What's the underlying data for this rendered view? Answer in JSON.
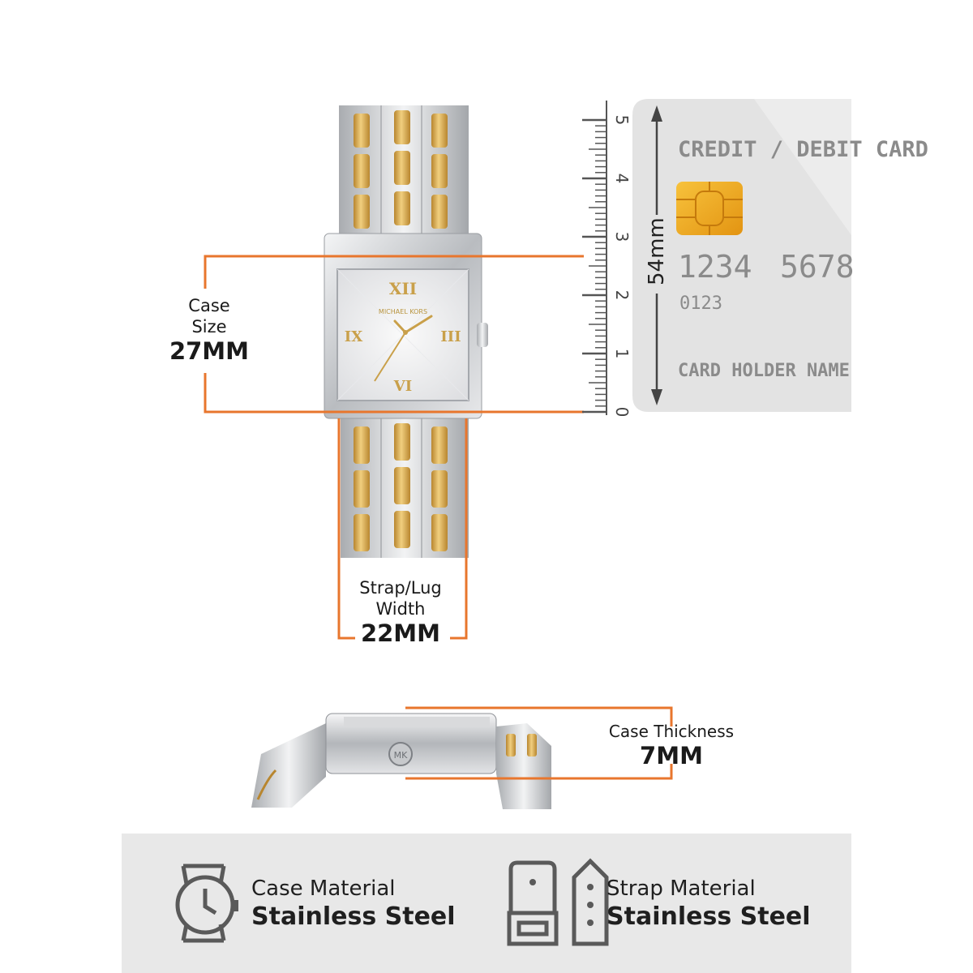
{
  "brand": "MICHAEL KORS",
  "case_size": {
    "label": "Case\nSize",
    "label_line1": "Case",
    "label_line2": "Size",
    "value": "27MM"
  },
  "strap_width": {
    "label_line1": "Strap/Lug",
    "label_line2": "Width",
    "value": "22MM"
  },
  "case_thickness": {
    "label": "Case Thickness",
    "value": "7MM"
  },
  "credit_card": {
    "title": "CREDIT / DEBIT CARD",
    "number_part1": "1234",
    "number_part2": "5678",
    "small_number": "0123",
    "holder": "CARD HOLDER NAME",
    "height_label": "54mm"
  },
  "ruler": {
    "ticks": [
      "0",
      "1",
      "2",
      "3",
      "4",
      "5"
    ]
  },
  "side_logo": "MK",
  "info": {
    "case_material_label": "Case Material",
    "case_material_value": "Stainless Steel",
    "strap_material_label": "Strap Material",
    "strap_material_value": "Stainless Steel"
  },
  "colors": {
    "accent_orange": "#e8762d",
    "gold": "#d9a94a",
    "silver": "#d4d6d9",
    "card_grey": "#e3e3e3"
  }
}
